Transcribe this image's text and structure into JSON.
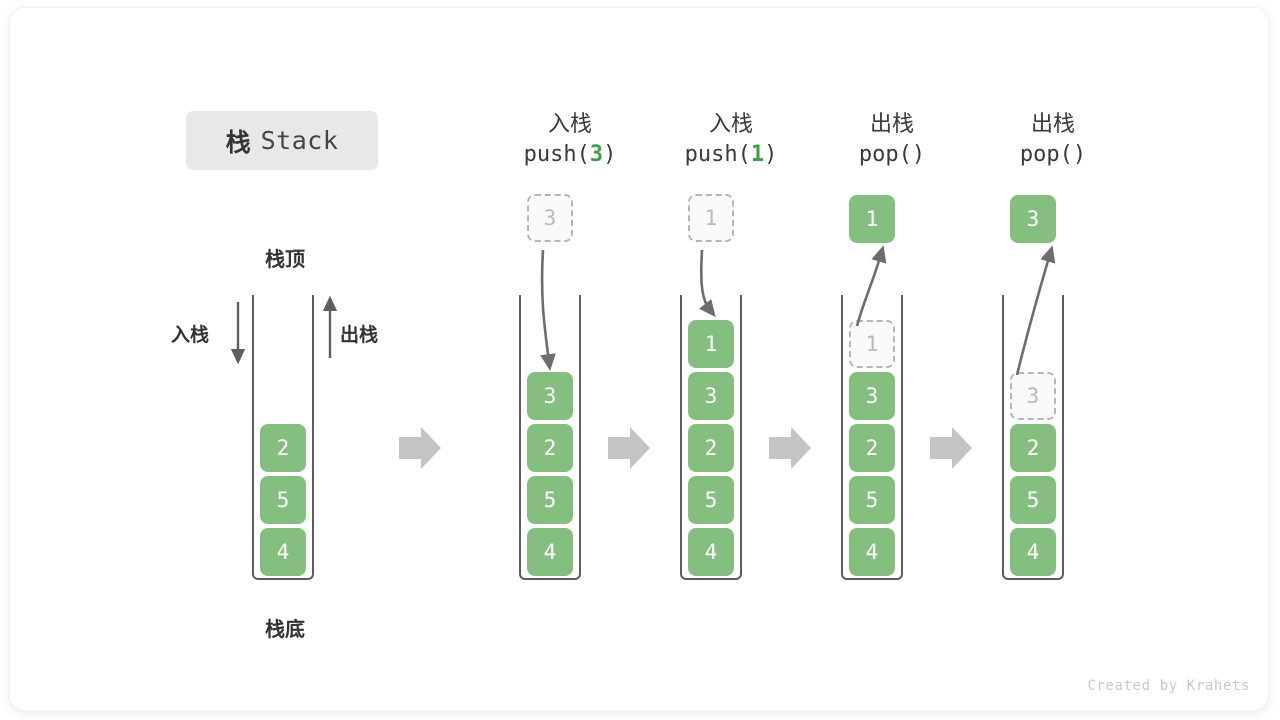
{
  "title": {
    "cn": "栈",
    "en": "Stack"
  },
  "labels": {
    "top": "栈顶",
    "bottom": "栈底",
    "push": "入栈",
    "pop": "出栈"
  },
  "credit": "Created by Krahets",
  "colors": {
    "box_green": "#85bf80",
    "box_text": "#ffffff",
    "ghost_fill": "#fafafa",
    "ghost_border": "#b6b6b6",
    "ghost_text": "#b9b9b9",
    "container_stroke": "#5e5e5e",
    "arrow_gray": "#6d6d6d",
    "block_arrow": "#c4c4c4",
    "accent_green": "#3f9e4d",
    "badge_bg": "#e8e8e8",
    "text_dark": "#333333"
  },
  "columns": [
    {
      "id": "initial",
      "header_cn": "",
      "header_code": "",
      "header_arg": "",
      "stack": [
        {
          "value": "2",
          "state": "solid"
        },
        {
          "value": "5",
          "state": "solid"
        },
        {
          "value": "4",
          "state": "solid"
        }
      ],
      "float": null
    },
    {
      "id": "push-3",
      "header_cn": "入栈",
      "header_code_prefix": "push(",
      "header_arg": "3",
      "header_code_suffix": ")",
      "stack": [
        {
          "value": "3",
          "state": "solid"
        },
        {
          "value": "2",
          "state": "solid"
        },
        {
          "value": "5",
          "state": "solid"
        },
        {
          "value": "4",
          "state": "solid"
        }
      ],
      "float": {
        "value": "3",
        "state": "ghost",
        "direction": "down"
      }
    },
    {
      "id": "push-1",
      "header_cn": "入栈",
      "header_code_prefix": "push(",
      "header_arg": "1",
      "header_code_suffix": ")",
      "stack": [
        {
          "value": "1",
          "state": "solid"
        },
        {
          "value": "3",
          "state": "solid"
        },
        {
          "value": "2",
          "state": "solid"
        },
        {
          "value": "5",
          "state": "solid"
        },
        {
          "value": "4",
          "state": "solid"
        }
      ],
      "float": {
        "value": "1",
        "state": "ghost",
        "direction": "down"
      }
    },
    {
      "id": "pop-1",
      "header_cn": "出栈",
      "header_code_prefix": "pop(",
      "header_arg": "",
      "header_code_suffix": ")",
      "stack": [
        {
          "value": "1",
          "state": "ghost"
        },
        {
          "value": "3",
          "state": "solid"
        },
        {
          "value": "2",
          "state": "solid"
        },
        {
          "value": "5",
          "state": "solid"
        },
        {
          "value": "4",
          "state": "solid"
        }
      ],
      "float": {
        "value": "1",
        "state": "solid",
        "direction": "up"
      }
    },
    {
      "id": "pop-2",
      "header_cn": "出栈",
      "header_code_prefix": "pop(",
      "header_arg": "",
      "header_code_suffix": ")",
      "stack": [
        {
          "value": "3",
          "state": "ghost"
        },
        {
          "value": "2",
          "state": "solid"
        },
        {
          "value": "5",
          "state": "solid"
        },
        {
          "value": "4",
          "state": "solid"
        }
      ],
      "float": {
        "value": "3",
        "state": "solid",
        "direction": "up"
      }
    }
  ]
}
